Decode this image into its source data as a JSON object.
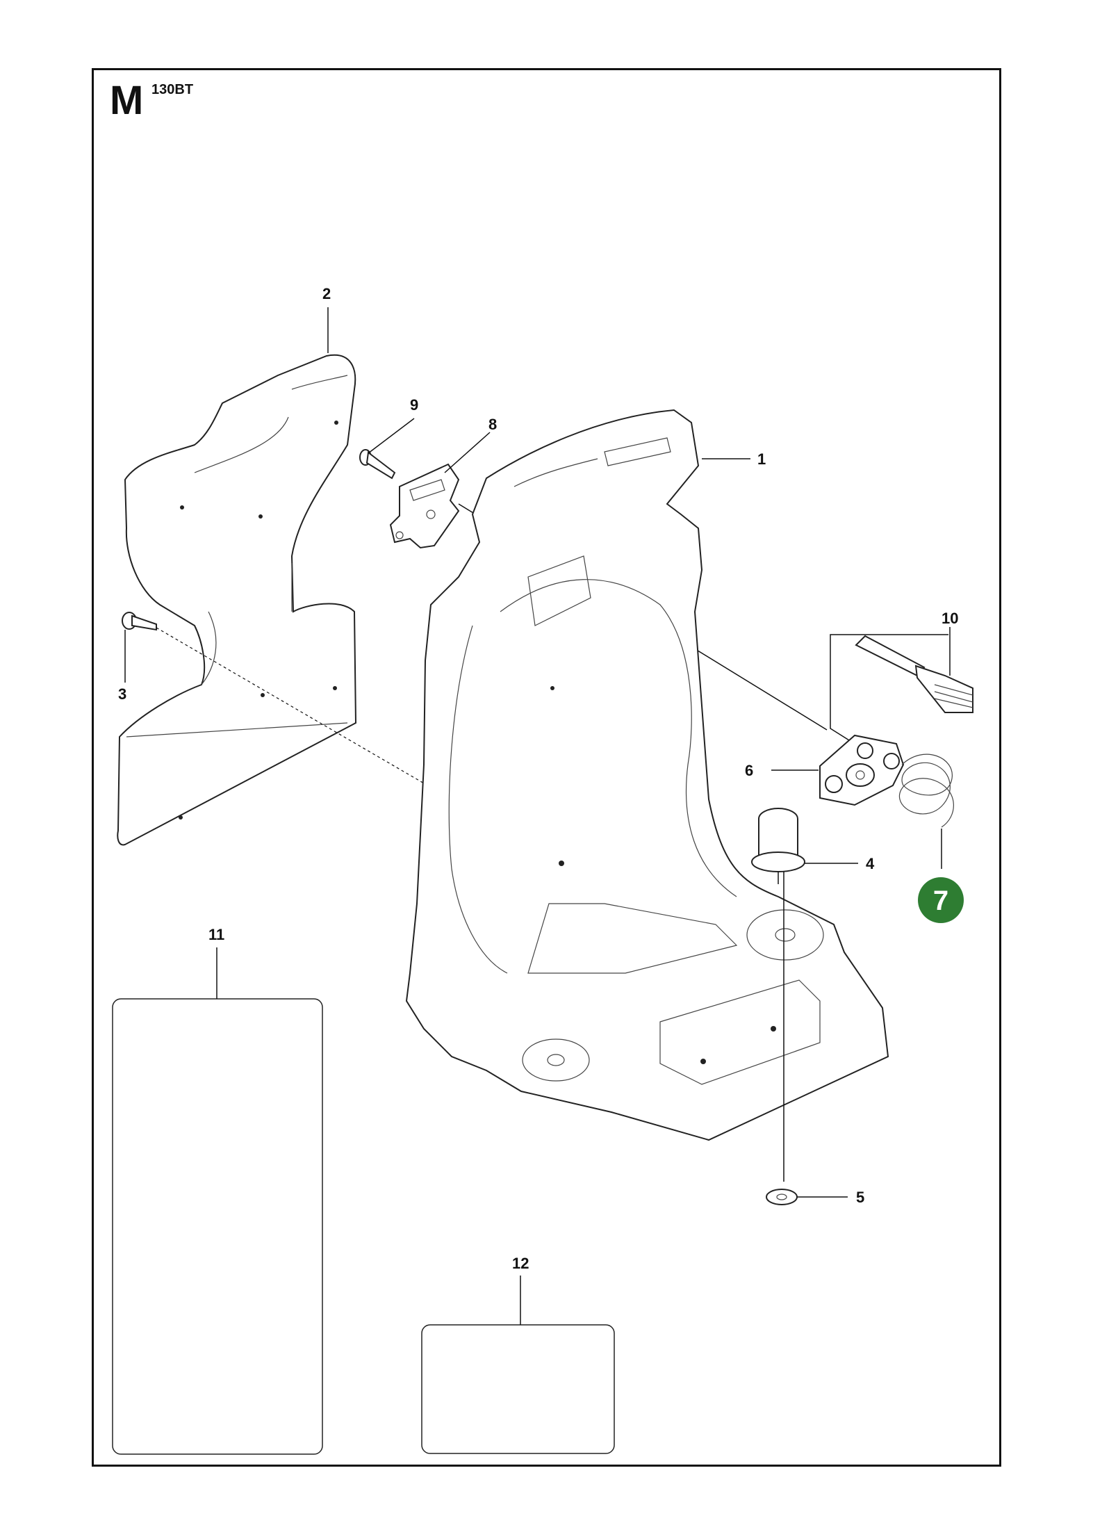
{
  "header": {
    "section_letter": "M",
    "model": "130BT"
  },
  "callouts": {
    "c1": "1",
    "c2": "2",
    "c3": "3",
    "c4": "4",
    "c5": "5",
    "c6": "6",
    "c7": "7",
    "c8": "8",
    "c9": "9",
    "c10": "10",
    "c11": "11",
    "c12": "12"
  },
  "colors": {
    "highlight": "#2e7d32",
    "line": "#111111"
  }
}
